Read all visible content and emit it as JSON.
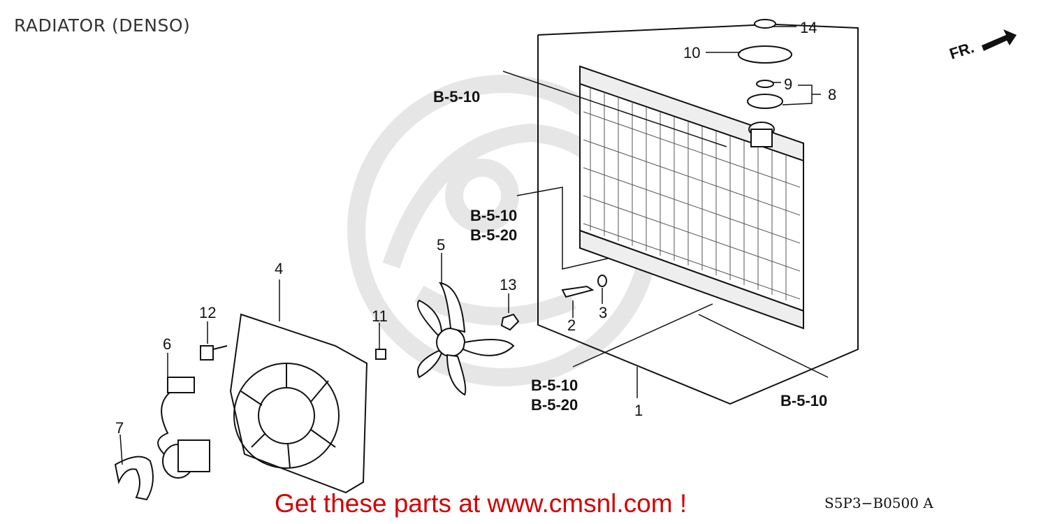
{
  "title": "RADIATOR (DENSO)",
  "promo_text": "Get these parts at www.cmsnl.com !",
  "diagram_code": "S5P3−B0500 A",
  "direction_label": "FR.",
  "part_numbers": [
    "1",
    "2",
    "3",
    "4",
    "5",
    "6",
    "7",
    "8",
    "9",
    "10",
    "11",
    "12",
    "13",
    "14"
  ],
  "references": {
    "top_left": "B-5-10",
    "mid_left_a": "B-5-10",
    "mid_left_b": "B-5-20",
    "bottom_mid_a": "B-5-10",
    "bottom_mid_b": "B-5-20",
    "bottom_right": "B-5-10"
  },
  "colors": {
    "promo": "#d40000",
    "lines": "#111111",
    "watermark": "#e6e6e6"
  }
}
